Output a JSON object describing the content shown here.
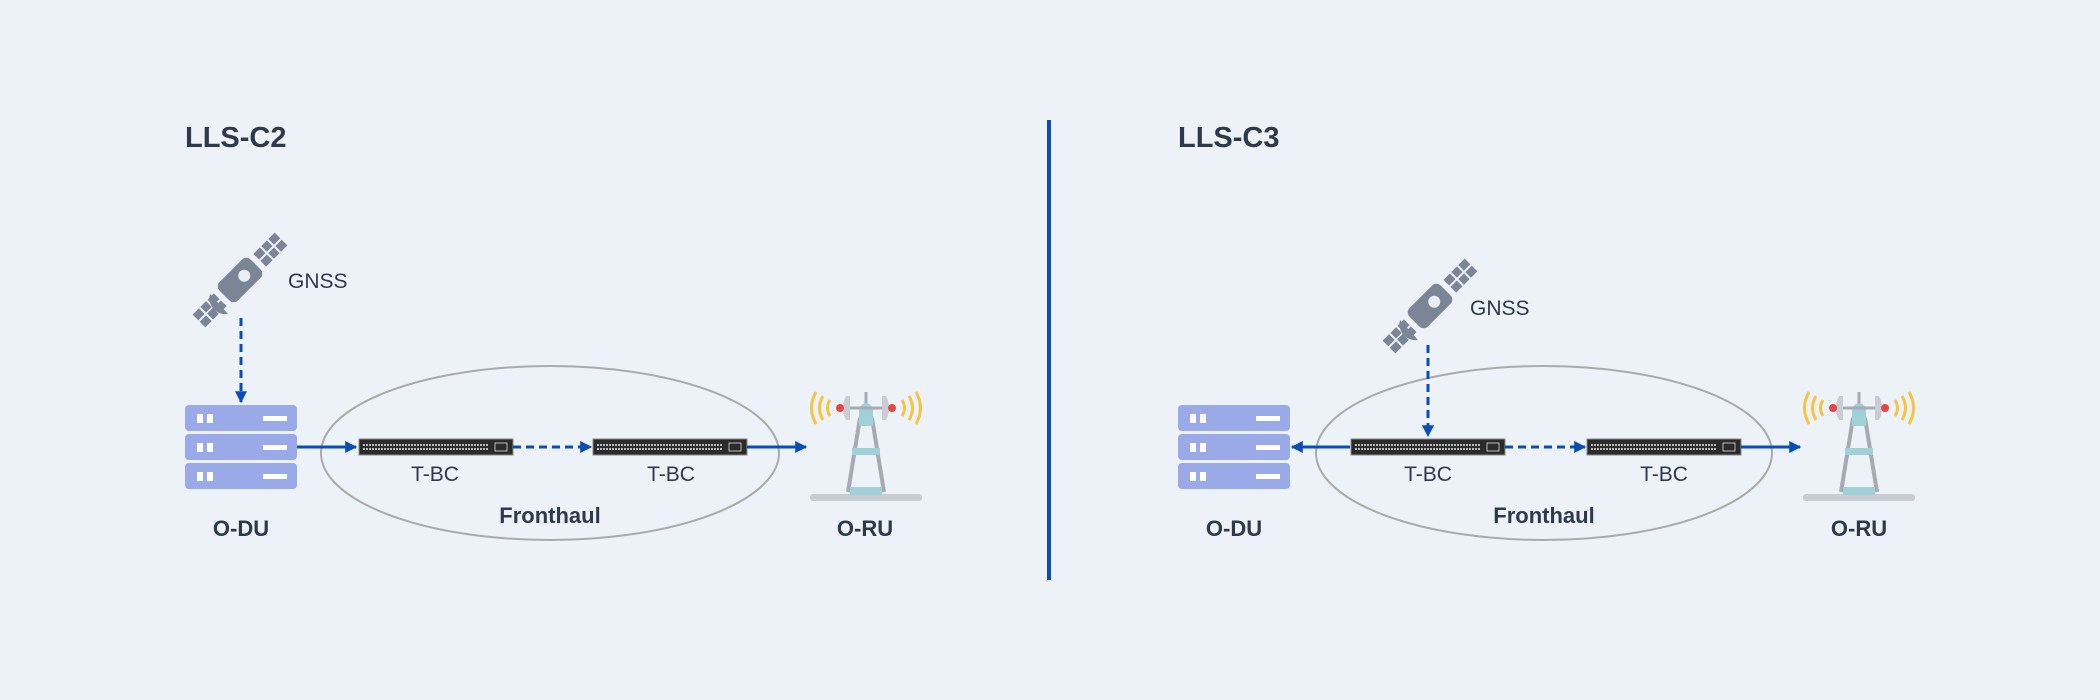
{
  "panels": [
    {
      "title": "LLS-C2",
      "gnss": "GNSS",
      "odu": "O-DU",
      "tbc1": "T-BC",
      "tbc2": "T-BC",
      "fronthaul": "Fronthaul",
      "oru": "O-RU"
    },
    {
      "title": "LLS-C3",
      "gnss": "GNSS",
      "odu": "O-DU",
      "tbc1": "T-BC",
      "tbc2": "T-BC",
      "fronthaul": "Fronthaul",
      "oru": "O-RU"
    }
  ],
  "colors": {
    "background": "#ecf2f8",
    "accent": "#0a4db5",
    "server": "#9aa9e8",
    "text": "#2e3a4b"
  }
}
